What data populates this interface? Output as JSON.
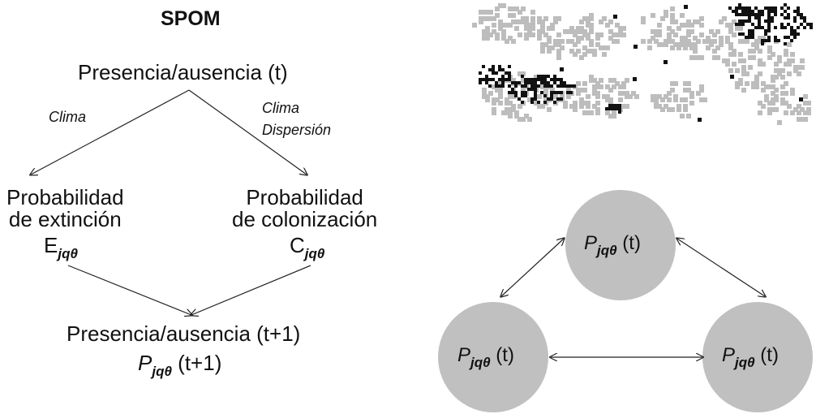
{
  "spom": {
    "title": "SPOM",
    "presence_top": "Presencia/ausencia (t)",
    "left_arrow_label": "Clima",
    "right_arrow_label_line1": "Clima",
    "right_arrow_label_line2": "Dispersión",
    "extinction_line1": "Probabilidad",
    "extinction_line2": "de extinción",
    "extinction_symbol": "E",
    "extinction_subscript": "jqθ",
    "colonization_line1": "Probabilidad",
    "colonization_line2": "de colonización",
    "colonization_symbol": "C",
    "colonization_subscript": "jqθ",
    "presence_bottom": "Presencia/ausencia (t+1)",
    "prob_symbol": "P",
    "prob_subscript": "jqθ",
    "prob_suffix": "(t+1)"
  },
  "network": {
    "node_symbol": "P",
    "node_subscript": "jqθ",
    "node_suffix": "(t)",
    "node_fill": "#c0c0c0"
  },
  "map": {
    "colors": {
      "background": "#ffffff",
      "gray": "#bdbdbd",
      "black": "#111111"
    }
  }
}
